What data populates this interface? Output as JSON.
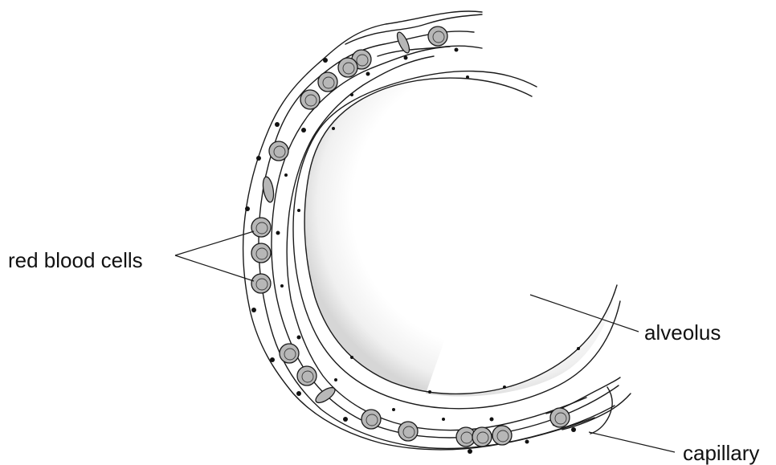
{
  "labels": {
    "red_blood_cells": "red blood cells",
    "alveolus": "alveolus",
    "capillary": "capillary"
  },
  "colors": {
    "line": "#1a1a1a",
    "red_blood_cell_fill": "#b7b7b7",
    "alveolus_shade": "#d9d9d9",
    "background": "#ffffff"
  }
}
